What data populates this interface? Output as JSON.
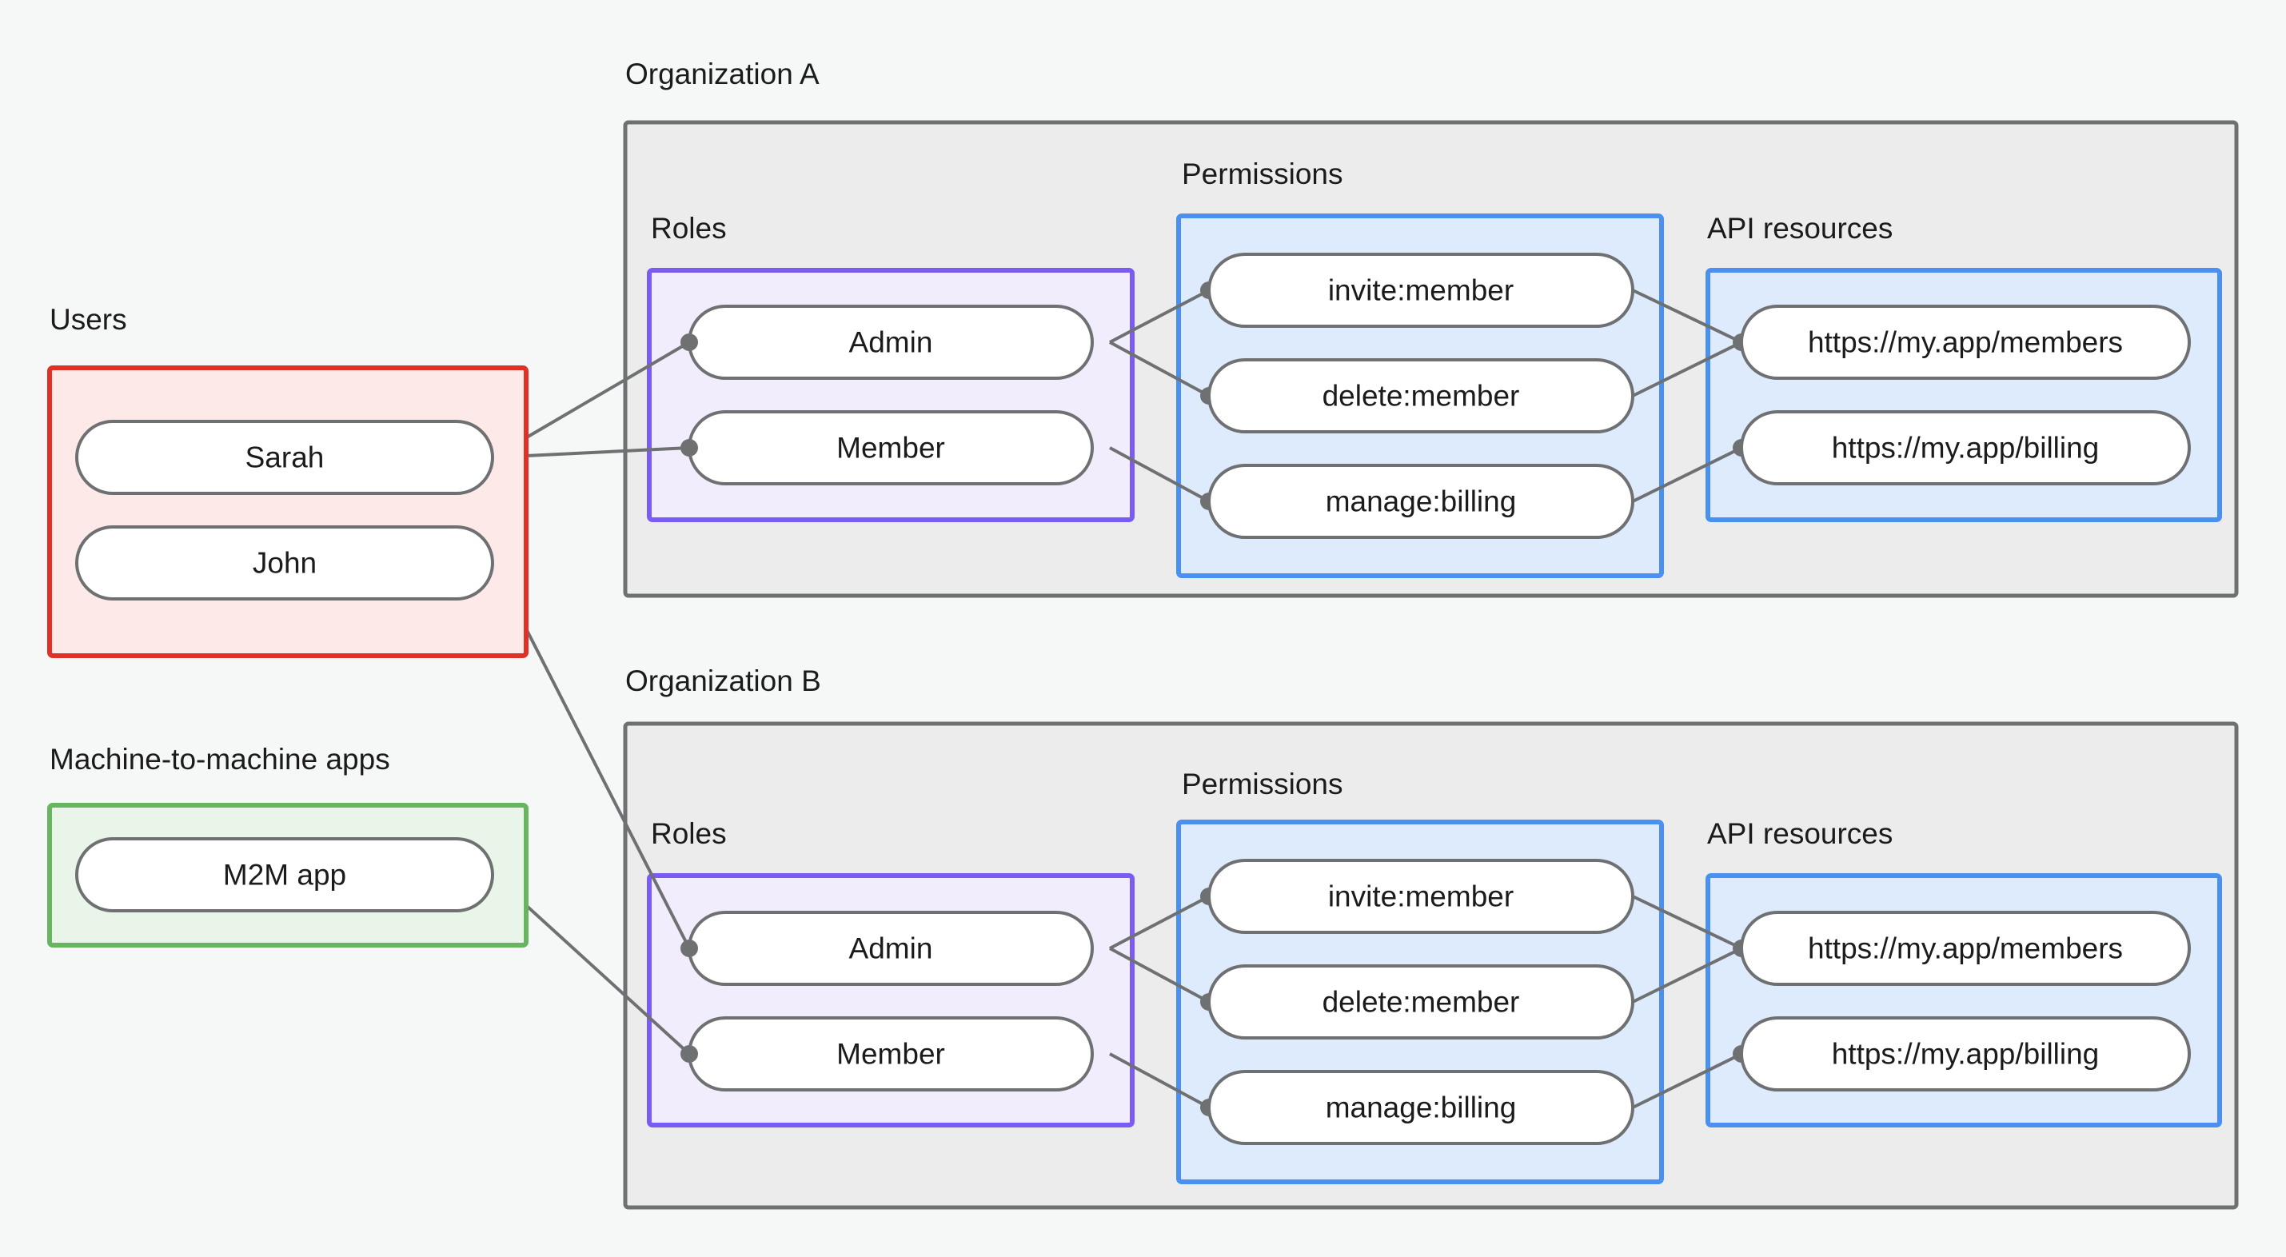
{
  "colors": {
    "page_background": "#f6f8f8",
    "org_container_fill": "#ececec",
    "org_container_stroke": "#6e7072",
    "users_stroke": "#e03127",
    "users_fill": "#fdeae8",
    "m2m_stroke": "#68b55f",
    "m2m_fill": "#eaf5e9",
    "roles_stroke": "#7a5cf5",
    "roles_fill": "#f2edfd",
    "permissions_stroke": "#4a90f0",
    "permissions_fill": "#deebfd",
    "api_stroke": "#4a90f0",
    "api_fill": "#deebfd",
    "node_fill": "#ffffff",
    "node_stroke": "#6e7072",
    "edge_stroke": "#6e7072",
    "text": "#1b1b1b"
  },
  "labels": {
    "users": "Users",
    "m2m_apps": "Machine-to-machine apps",
    "organization_a": "Organization A",
    "organization_b": "Organization B",
    "roles": "Roles",
    "permissions": "Permissions",
    "api_resources": "API resources"
  },
  "users": {
    "title": "Users",
    "items": [
      {
        "id": "sarah",
        "label": "Sarah"
      },
      {
        "id": "john",
        "label": "John"
      }
    ]
  },
  "m2m": {
    "title": "Machine-to-machine apps",
    "items": [
      {
        "id": "m2m-app",
        "label": "M2M app"
      }
    ]
  },
  "organizations": [
    {
      "id": "org-a",
      "title": "Organization A",
      "roles": {
        "title": "Roles",
        "items": [
          {
            "id": "org-a-admin",
            "label": "Admin"
          },
          {
            "id": "org-a-member",
            "label": "Member"
          }
        ]
      },
      "permissions": {
        "title": "Permissions",
        "items": [
          {
            "id": "org-a-invite-member",
            "label": "invite:member"
          },
          {
            "id": "org-a-delete-member",
            "label": "delete:member"
          },
          {
            "id": "org-a-manage-billing",
            "label": "manage:billing"
          }
        ]
      },
      "api_resources": {
        "title": "API resources",
        "items": [
          {
            "id": "org-a-members",
            "label": "https://my.app/members"
          },
          {
            "id": "org-a-billing",
            "label": "https://my.app/billing"
          }
        ]
      }
    },
    {
      "id": "org-b",
      "title": "Organization B",
      "roles": {
        "title": "Roles",
        "items": [
          {
            "id": "org-b-admin",
            "label": "Admin"
          },
          {
            "id": "org-b-member",
            "label": "Member"
          }
        ]
      },
      "permissions": {
        "title": "Permissions",
        "items": [
          {
            "id": "org-b-invite-member",
            "label": "invite:member"
          },
          {
            "id": "org-b-delete-member",
            "label": "delete:member"
          },
          {
            "id": "org-b-manage-billing",
            "label": "manage:billing"
          }
        ]
      },
      "api_resources": {
        "title": "API resources",
        "items": [
          {
            "id": "org-b-members",
            "label": "https://my.app/members"
          },
          {
            "id": "org-b-billing",
            "label": "https://my.app/billing"
          }
        ]
      }
    }
  ],
  "connections": [
    {
      "from": "sarah",
      "to": "org-a-member"
    },
    {
      "from": "john",
      "to": "org-a-admin"
    },
    {
      "from": "john",
      "to": "org-b-admin"
    },
    {
      "from": "m2m-app",
      "to": "org-b-member"
    },
    {
      "from": "org-a-admin",
      "to": "org-a-invite-member"
    },
    {
      "from": "org-a-admin",
      "to": "org-a-delete-member"
    },
    {
      "from": "org-a-member",
      "to": "org-a-manage-billing"
    },
    {
      "from": "org-a-invite-member",
      "to": "org-a-members"
    },
    {
      "from": "org-a-delete-member",
      "to": "org-a-members"
    },
    {
      "from": "org-a-manage-billing",
      "to": "org-a-billing"
    },
    {
      "from": "org-b-admin",
      "to": "org-b-invite-member"
    },
    {
      "from": "org-b-admin",
      "to": "org-b-delete-member"
    },
    {
      "from": "org-b-member",
      "to": "org-b-manage-billing"
    },
    {
      "from": "org-b-invite-member",
      "to": "org-b-members"
    },
    {
      "from": "org-b-delete-member",
      "to": "org-b-members"
    },
    {
      "from": "org-b-manage-billing",
      "to": "org-b-billing"
    }
  ]
}
